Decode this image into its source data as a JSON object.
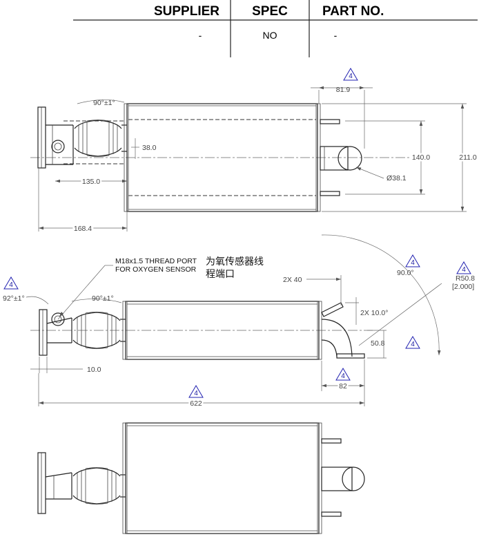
{
  "title_block": {
    "headers": [
      "SUPPLIER",
      "SPEC",
      "PART NO."
    ],
    "values": [
      "-",
      "NO",
      "-"
    ]
  },
  "revision_marker": "4",
  "top_view": {
    "dims": {
      "angle": "90°±1°",
      "outlet_offset": "81.9",
      "inlet_dia": "38.0",
      "studs_spacing": "140.0",
      "overall_height": "211.0",
      "outlet_dia": "Ø38.1",
      "inlet_len": "135.0",
      "inlet_overall": "168.4"
    }
  },
  "front_view": {
    "note_line1": "M18x1.5 THREAD PORT",
    "note_line2": "FOR OXYGEN SENSOR",
    "note_cn_line1": "为氧传感器线",
    "note_cn_line2": "程端口",
    "dims": {
      "flange_angle": "92°±1°",
      "port_angle": "90°±1°",
      "studs_pitch": "2X 40",
      "studs_angle": "2X 10.0°",
      "bend_angle": "90.0°",
      "bend_radius": "R50.8",
      "bend_radius_in": "[2.000]",
      "outlet_drop": "50.8",
      "outlet_len": "82",
      "flange_thk": "10.0",
      "overall_len": "622"
    }
  }
}
